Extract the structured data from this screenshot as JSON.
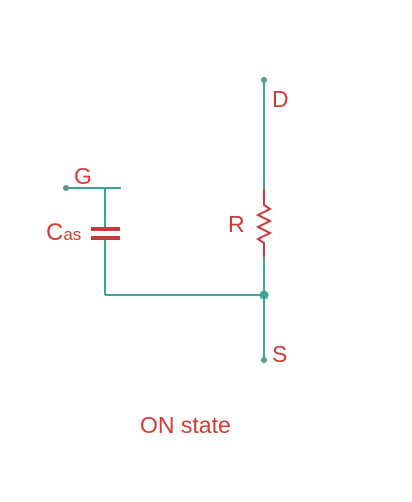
{
  "diagram": {
    "labels": {
      "drain": "D",
      "gate": "G",
      "source": "S",
      "resistor": "R",
      "capacitor_main": "C",
      "capacitor_sub": "as"
    },
    "caption": "ON state",
    "colors": {
      "wire": "#3aa88f",
      "component": "#c43b3c",
      "text": "#d23a35",
      "node": "#3aa88f",
      "terminal": "#5a9a86"
    }
  }
}
